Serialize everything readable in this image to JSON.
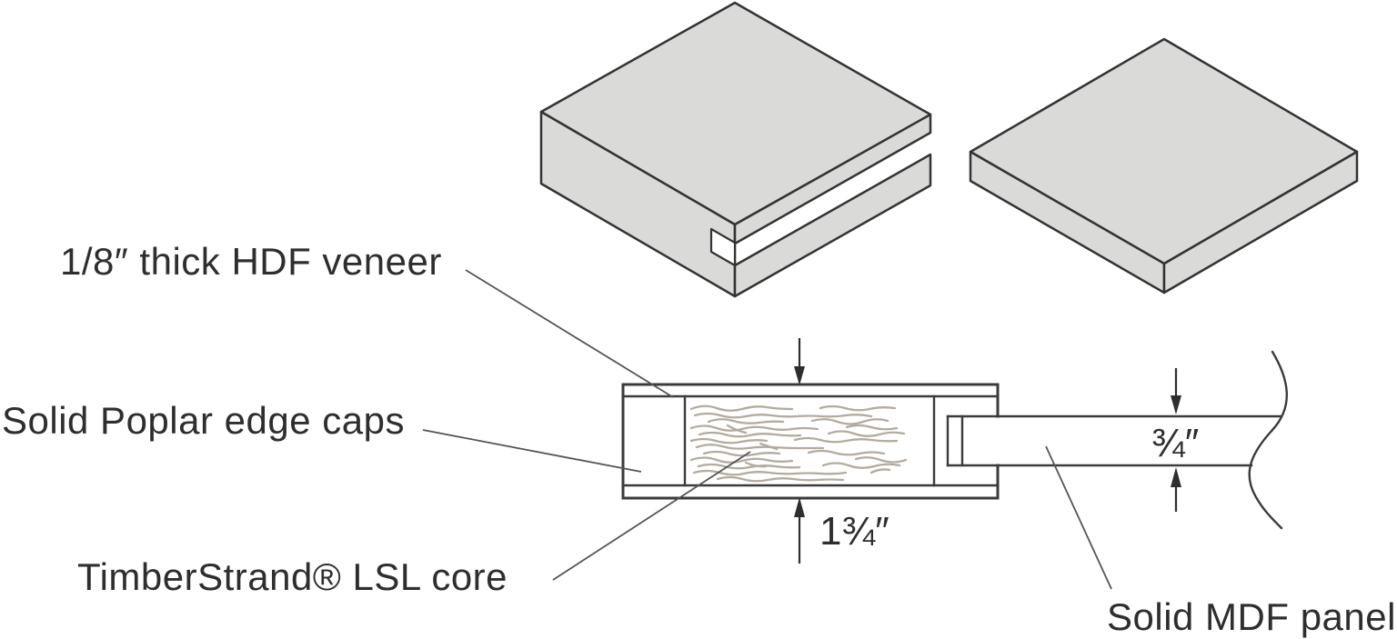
{
  "diagram": {
    "labels": {
      "hdf_veneer": "1/8″ thick HDF veneer",
      "poplar_caps": "Solid Poplar edge caps",
      "lsl_core": "TimberStrand® LSL core",
      "mdf_panel": "Solid MDF panel"
    },
    "dimensions": {
      "door_thickness": "1¾″",
      "panel_thickness": "¾″"
    },
    "colors": {
      "background": "#ffffff",
      "panel_fill": "#dadad8",
      "outline": "#333333",
      "strand_texture": "#b3ab9f",
      "text": "#2e2e2e"
    }
  }
}
